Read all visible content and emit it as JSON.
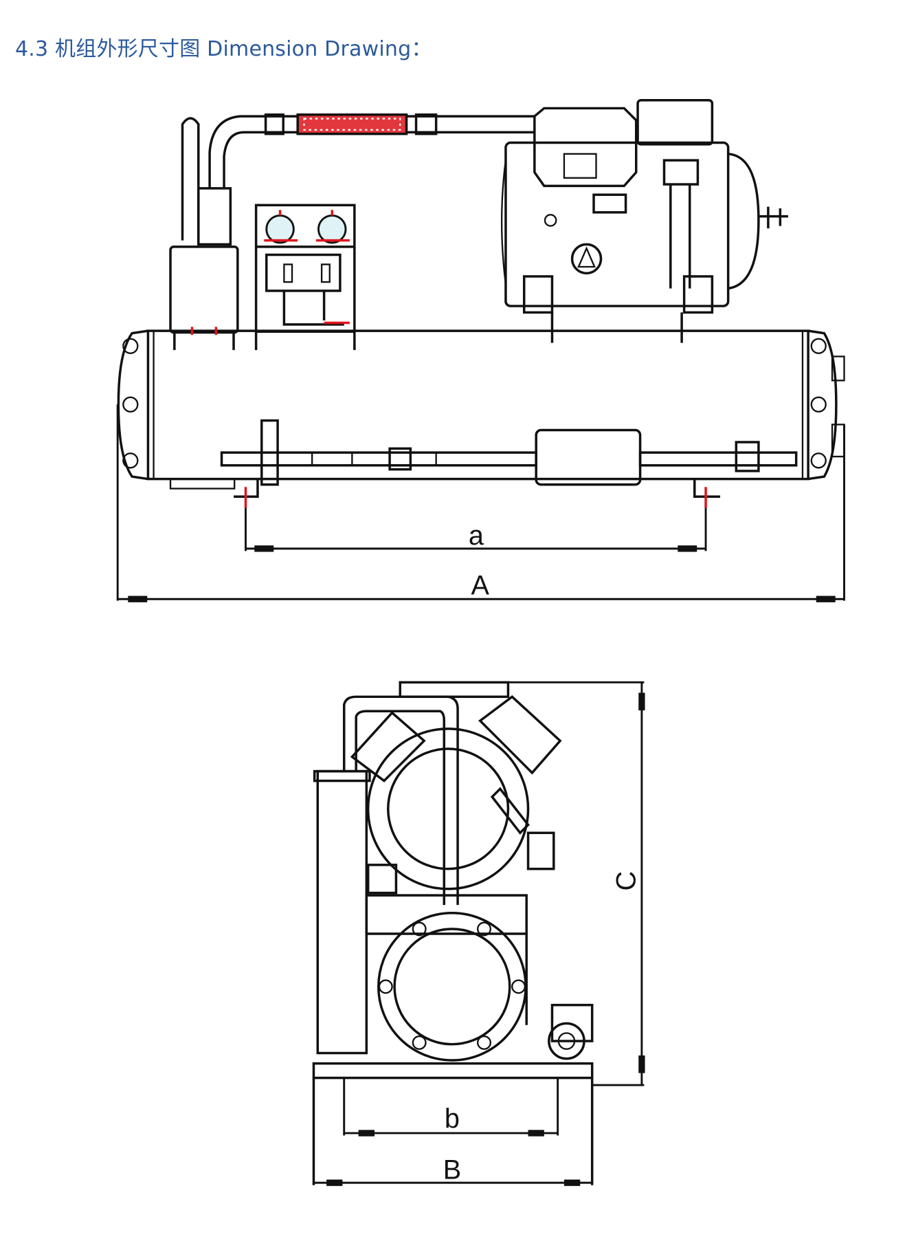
{
  "header": {
    "title": "4.3 机组外形尺寸图 Dimension Drawing："
  },
  "drawing": {
    "front_view": {
      "dim_inner_label": "a",
      "dim_overall_label": "A"
    },
    "side_view": {
      "dim_inner_label": "b",
      "dim_overall_label": "B",
      "dim_height_label": "C"
    },
    "colors": {
      "title": "#2b5a9c",
      "accent_red": "#e0141c",
      "gauge": "#7ec8d8"
    }
  }
}
